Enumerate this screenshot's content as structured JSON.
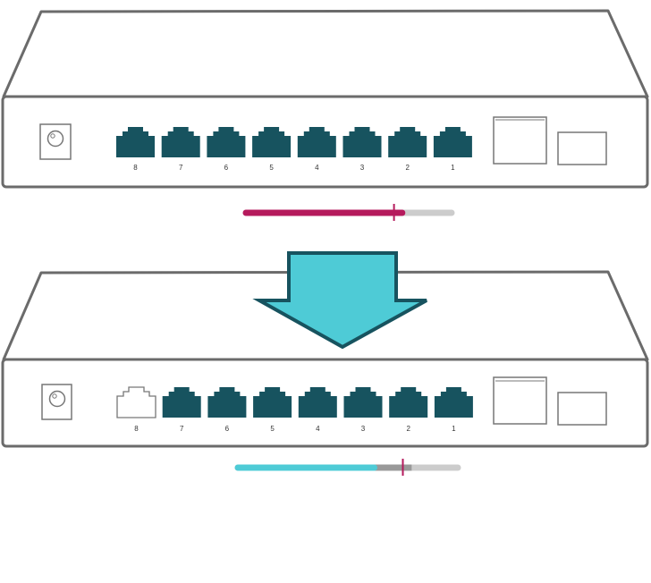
{
  "colors": {
    "outline": "#6b6b6b",
    "port_filled": "#17535f",
    "port_empty_stroke": "#777777",
    "bar_before": "#b51a5c",
    "bar_after": "#4ecbd6",
    "bar_track": "#cccccc",
    "bar_overlap": "#999999",
    "marker": "#b51a5c",
    "arrow_fill": "#4ecbd6",
    "arrow_stroke": "#17535f"
  },
  "switch_top": {
    "ports": [
      {
        "label": "8",
        "filled": true
      },
      {
        "label": "7",
        "filled": true
      },
      {
        "label": "6",
        "filled": true
      },
      {
        "label": "5",
        "filled": true
      },
      {
        "label": "4",
        "filled": true
      },
      {
        "label": "3",
        "filled": true
      },
      {
        "label": "2",
        "filled": true
      },
      {
        "label": "1",
        "filled": true
      }
    ],
    "load_fraction": 0.76,
    "marker_fraction": 0.72
  },
  "switch_bottom": {
    "ports": [
      {
        "label": "8",
        "filled": false
      },
      {
        "label": "7",
        "filled": true
      },
      {
        "label": "6",
        "filled": true
      },
      {
        "label": "5",
        "filled": true
      },
      {
        "label": "4",
        "filled": true
      },
      {
        "label": "3",
        "filled": true
      },
      {
        "label": "2",
        "filled": true
      },
      {
        "label": "1",
        "filled": true
      }
    ],
    "load_fraction": 0.62,
    "overlap_to_fraction": 0.79,
    "marker_fraction": 0.75
  },
  "arrow_icon": "down-arrow-icon"
}
